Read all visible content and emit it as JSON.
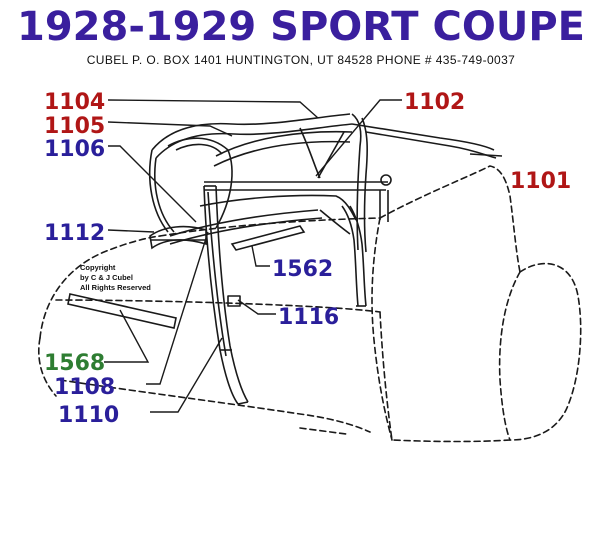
{
  "header": {
    "title": "1928-1929 SPORT COUPE",
    "subtitle": "CUBEL  P. O. BOX 1401  HUNTINGTON, UT  84528  PHONE # 435-749-0037"
  },
  "copyright": {
    "line1": "Copyright",
    "line2": "by C & J Cubel",
    "line3": "All Rights Reserved"
  },
  "parts": [
    {
      "id": "p1104",
      "number": "1104",
      "color": "#b01616"
    },
    {
      "id": "p1105",
      "number": "1105",
      "color": "#b01616"
    },
    {
      "id": "p1106",
      "number": "1106",
      "color": "#2a1f9a"
    },
    {
      "id": "p1102",
      "number": "1102",
      "color": "#b01616"
    },
    {
      "id": "p1101",
      "number": "1101",
      "color": "#b01616"
    },
    {
      "id": "p1112",
      "number": "1112",
      "color": "#2a1f9a"
    },
    {
      "id": "p1562",
      "number": "1562",
      "color": "#2a1f9a"
    },
    {
      "id": "p1116",
      "number": "1116",
      "color": "#2a1f9a"
    },
    {
      "id": "p1568",
      "number": "1568",
      "color": "#2e7d32"
    },
    {
      "id": "p1108",
      "number": "1108",
      "color": "#2a1f9a"
    },
    {
      "id": "p1110",
      "number": "1110",
      "color": "#2a1f9a"
    }
  ],
  "colors": {
    "title": "#3a1f9e",
    "line": "#1a1a1a"
  }
}
